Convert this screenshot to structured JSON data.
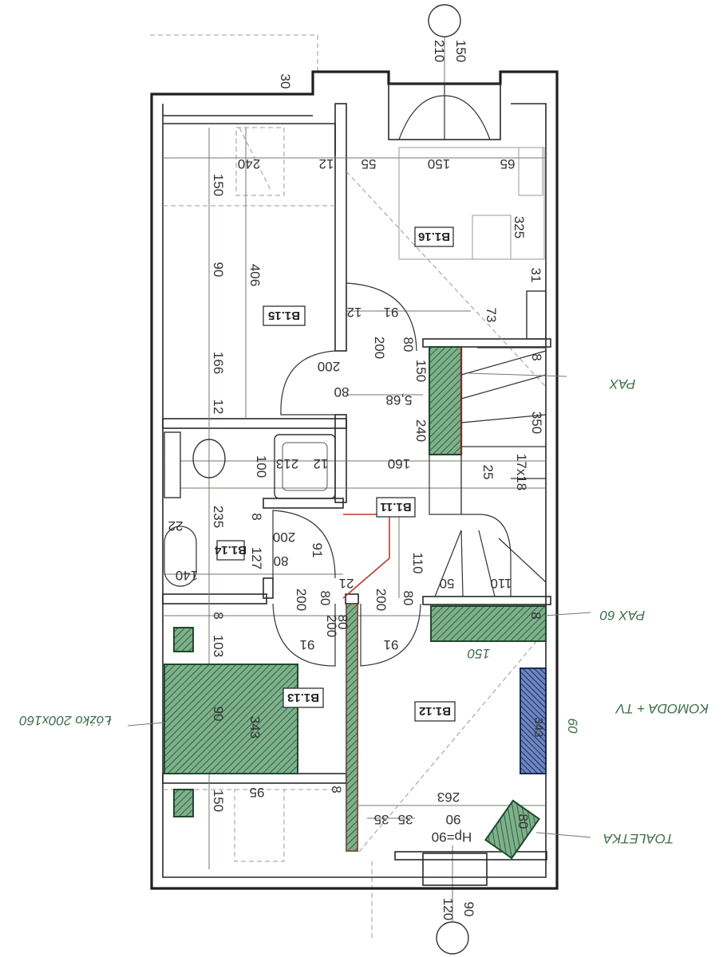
{
  "rooms": {
    "b115": "B1.15",
    "b116": "B1.16",
    "b111": "B1.11",
    "b114": "B1.14",
    "b113": "B1.13",
    "b112": "B1.12"
  },
  "dims": {
    "top_150": "150",
    "top_210": "210",
    "top_30": "30",
    "d_240": "240",
    "d_12a": "12",
    "d_55": "55",
    "d_150b": "150",
    "d_65": "65",
    "d_150l": "150",
    "d_90l": "90",
    "d_406": "406",
    "d_166": "166",
    "d_12b": "12",
    "d_325": "325",
    "d_31": "31",
    "d_73": "73",
    "d_91a": "91",
    "d_12c": "12",
    "d_200a": "200",
    "d_80a": "80",
    "d_200b": "200",
    "d_80b": "80",
    "d_568": "5,68",
    "d_150c": "150",
    "d_240b": "240",
    "d_8a": "8",
    "d_350": "350",
    "d_17x18": "17x18",
    "d_25": "25",
    "d_160": "160",
    "d_100": "100",
    "d_213": "213",
    "d_12d": "12",
    "d_235": "235",
    "d_8b": "8",
    "d_127": "127",
    "d_200c": "200",
    "d_91b": "91",
    "d_80c": "80",
    "d_22": "22",
    "d_140": "140",
    "d_110a": "110",
    "d_50": "50",
    "d_110b": "110",
    "d_21": "21",
    "d_200d": "200",
    "d_80d": "80",
    "d_200e": "200",
    "d_80e": "80",
    "d_200f": "200",
    "d_80f": "80",
    "d_8c": "8",
    "d_103": "103",
    "d_91c": "91",
    "d_91d": "91",
    "d_90m": "90",
    "d_343": "343",
    "d_343b": "343",
    "d_8d": "8",
    "d_150d": "150",
    "d_95": "95",
    "d_263": "263",
    "d_35": "35",
    "d_35b": "35",
    "d_90b": "90",
    "d_80g": "80",
    "hp": "Hp=90",
    "bot_120": "120",
    "bot_90": "90"
  },
  "notes": {
    "pax1": "PAX",
    "pax2": "PAX 60",
    "n150": "150",
    "lozko": "Łóżko 200x160",
    "komoda": "KOMODA + TV",
    "n60": "60",
    "toaletka": "TOALETKA"
  },
  "colors": {
    "wall": "#1f1f1f",
    "furniture_green": "#4b8a5e",
    "wardrobe_blue": "#2c4a8a",
    "note_green": "#3d6e4a",
    "red_line": "#c0392b"
  }
}
